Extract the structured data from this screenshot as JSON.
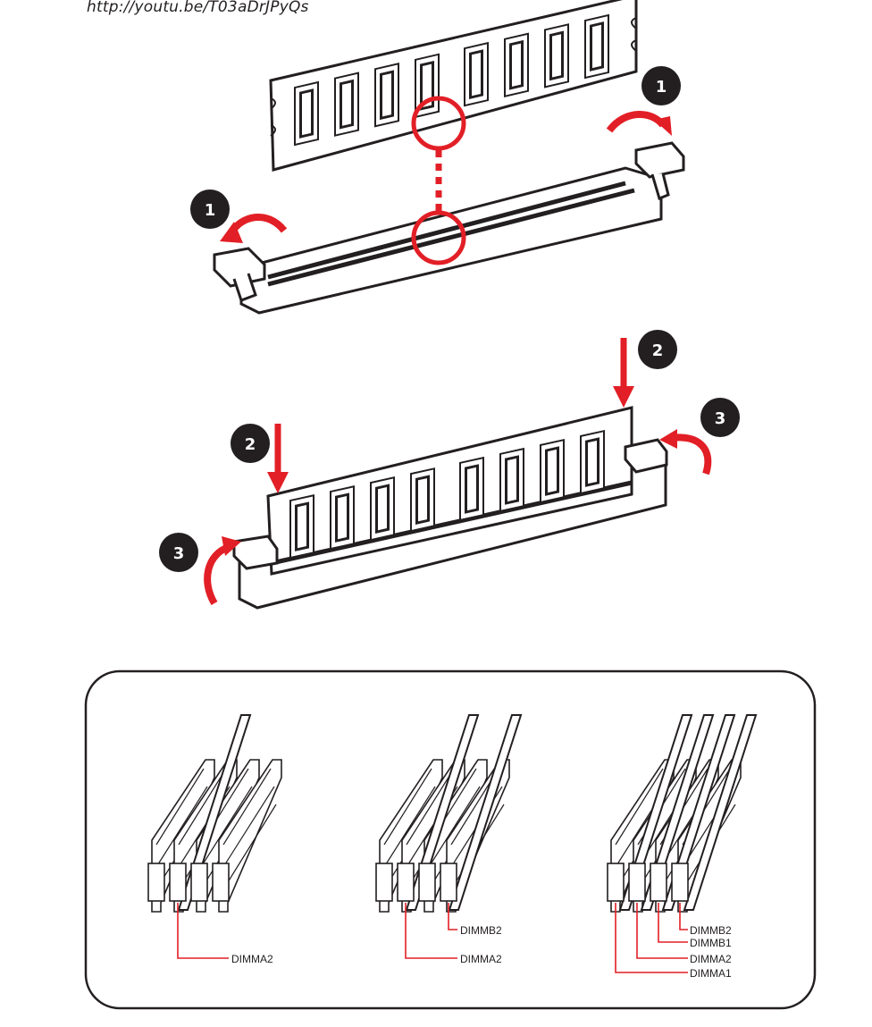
{
  "video_url": "http://youtu.be/T03aDrJPyQs",
  "colors": {
    "accent": "#e21f26",
    "ink": "#231f20",
    "panel_border": "#231f20"
  },
  "steps": {
    "open_clip_left": "1",
    "open_clip_right": "1",
    "press_left": "2",
    "press_right": "2",
    "close_clip_left": "3",
    "close_clip_right": "3"
  },
  "configs": {
    "one_module": {
      "labels": [
        "DIMMA2"
      ]
    },
    "two_modules": {
      "labels": [
        "DIMMB2",
        "DIMMA2"
      ]
    },
    "four_modules": {
      "labels": [
        "DIMMB2",
        "DIMMB1",
        "DIMMA2",
        "DIMMA1"
      ]
    }
  }
}
